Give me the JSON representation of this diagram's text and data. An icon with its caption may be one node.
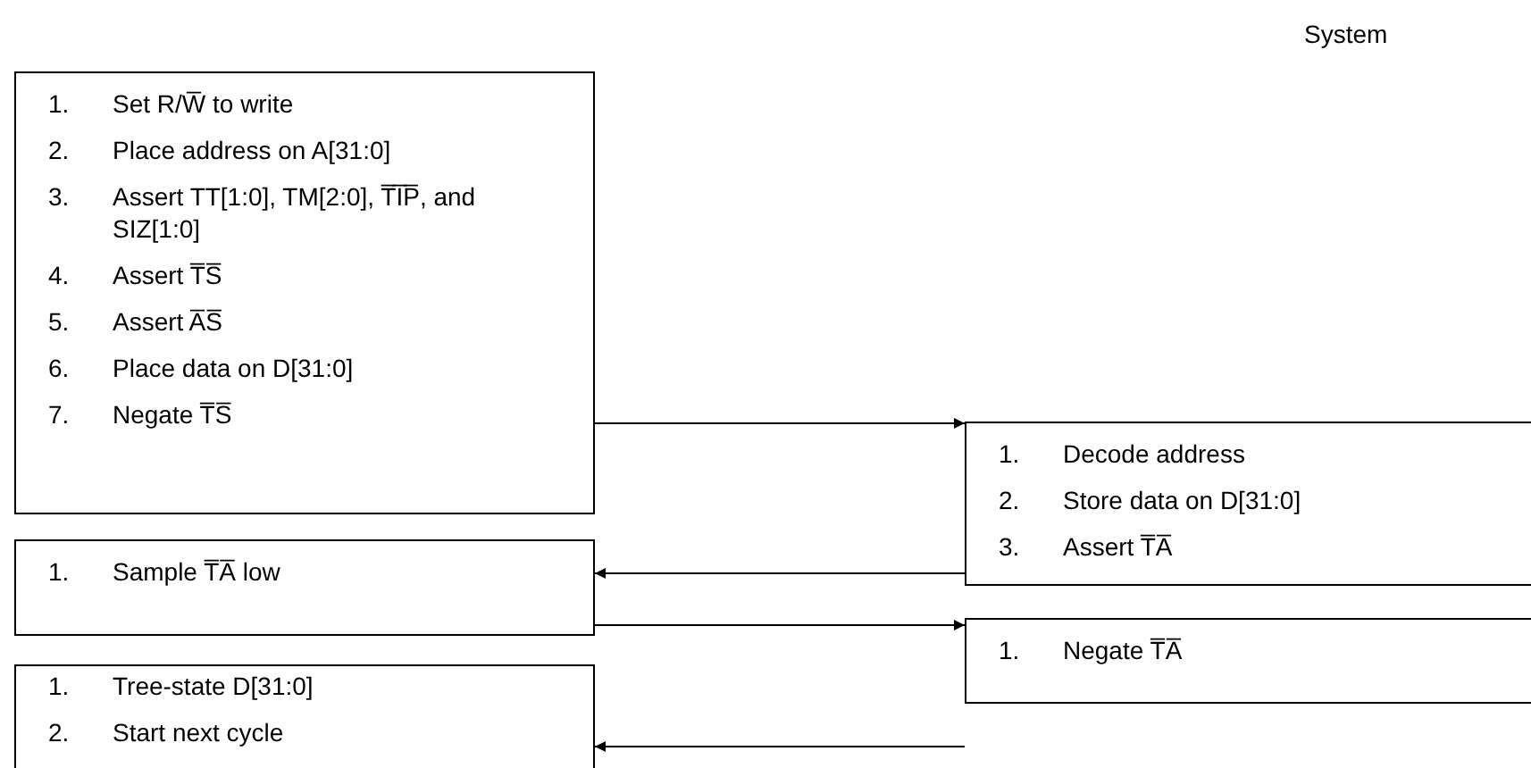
{
  "diagram": {
    "nodes": [
      {
        "text": [
          "1.",
          "Set R/W̅ to write",
          "2.",
          "Place address on A[31:0]",
          "3.",
          "Assert TT[1:0], TM[2:0], T̅I̅P̅, and SIZ[1:0]",
          "4.",
          "Assert T̅S̅",
          "5.",
          "Assert A̅S̅",
          "6.",
          "Place data on D[31:0]",
          "7.",
          "Negate T̅S̅"
        ]
      },
      {
        "text": [
          "1.",
          "Sample T̅A̅ low"
        ]
      },
      {
        "text": [
          "1.",
          "Tree-state D[31:0]",
          "2.",
          "Start next cycle"
        ]
      },
      {
        "text": [
          "1.",
          "Decode address",
          "2.",
          "Store data on D[31:0]",
          "3.",
          "Assert T̅A̅"
        ]
      },
      {
        "text": [
          "1.",
          "Negate T̅A̅"
        ]
      }
    ],
    "edges": [
      {
        "from": 0,
        "to": 3,
        "arrow": "to"
      },
      {
        "from": 3,
        "to": 1,
        "arrow": "to"
      },
      {
        "from": 1,
        "to": 4,
        "arrow": "to"
      },
      {
        "from": 4,
        "to": 2,
        "arrow": "to"
      }
    ],
    "labels": [
      "System"
    ]
  }
}
